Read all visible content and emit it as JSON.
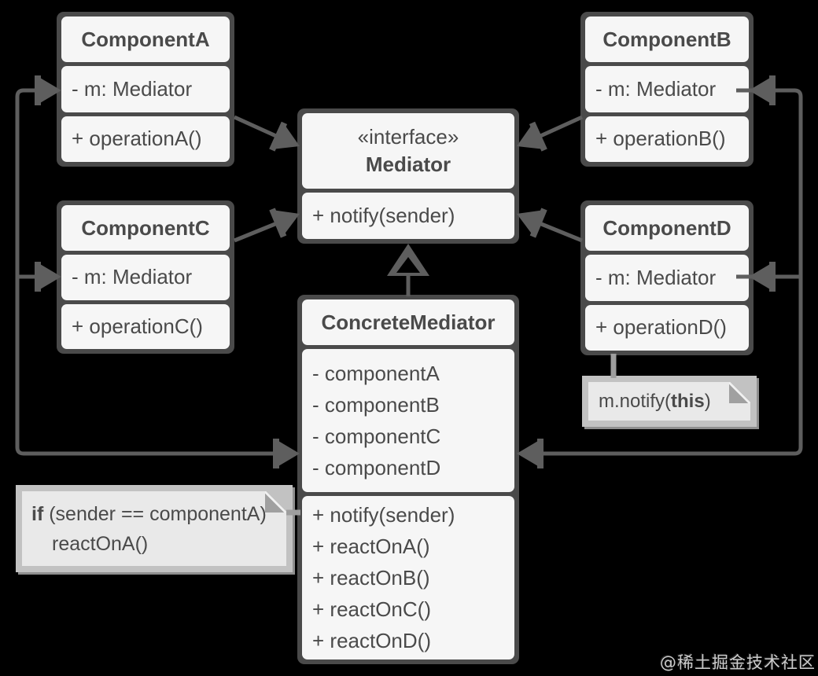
{
  "diagram": {
    "pattern": "Mediator",
    "type": "uml-class-diagram"
  },
  "colors": {
    "background": "#000000",
    "box_border": "#4a4a4a",
    "box_fill": "#f6f6f6",
    "box_text": "#4a4a4a",
    "arrow": "#5e5e5e",
    "note_fill": "#e9e9e9",
    "note_border": "#c2c2c2",
    "note_connector": "#9e9e9e",
    "watermark_text": "#cccccc"
  },
  "classes": {
    "componentA": {
      "title": "ComponentA",
      "attribute": "- m: Mediator",
      "method": "+ operationA()"
    },
    "componentB": {
      "title": "ComponentB",
      "attribute": "- m: Mediator",
      "method": "+ operationB()"
    },
    "componentC": {
      "title": "ComponentC",
      "attribute": "- m: Mediator",
      "method": "+ operationC()"
    },
    "componentD": {
      "title": "ComponentD",
      "attribute": "- m: Mediator",
      "method": "+ operationD()"
    },
    "mediator": {
      "stereotype": "«interface»",
      "title": "Mediator",
      "method": "+ notify(sender)"
    },
    "concreteMediator": {
      "title": "ConcreteMediator",
      "fields": [
        "- componentA",
        "- componentB",
        "- componentC",
        "- componentD"
      ],
      "methods": [
        "+ notify(sender)",
        "+ reactOnA()",
        "+ reactOnB()",
        "+ reactOnC()",
        "+ reactOnD()"
      ]
    }
  },
  "notes": {
    "notify": {
      "prefix": "m.notify(",
      "bold": "this",
      "suffix": ")"
    },
    "condition": {
      "bold": "if",
      "rest": " (sender == componentA)",
      "line2": "reactOnA()"
    }
  },
  "watermark": {
    "text": "@稀土掘金技术社区"
  }
}
